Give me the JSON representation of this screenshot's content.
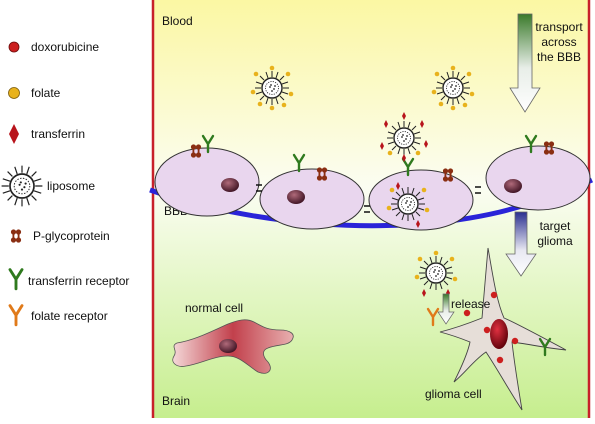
{
  "legend": {
    "items": [
      {
        "label": "doxorubicine"
      },
      {
        "label": "folate"
      },
      {
        "label": "transferrin"
      },
      {
        "label": "liposome"
      },
      {
        "label": "P-glycoprotein"
      },
      {
        "label": "transferrin receptor"
      },
      {
        "label": "folate receptor"
      }
    ]
  },
  "regions": {
    "top": "Blood",
    "bottom": "Brain",
    "barrier": "BBB"
  },
  "arrows": {
    "transport": [
      "transport",
      "across",
      "the BBB"
    ],
    "target": [
      "target",
      "glioma"
    ],
    "release": "release"
  },
  "cells": {
    "normal": "normal cell",
    "glioma": "glioma cell"
  },
  "colors": {
    "doxorubicine": "#cc1f1f",
    "folate": "#e8b21c",
    "transferrin": "#b8141c",
    "pgp": "#8a2e12",
    "transferrin_receptor": "#2f7a1e",
    "folate_receptor": "#e07a1a",
    "bbb_line": "#2a24d8",
    "border": "#c8202a",
    "endothelial": "#e9d6ee",
    "normal_cell": "#c0404c",
    "glioma_cell": "#e6ded8"
  }
}
